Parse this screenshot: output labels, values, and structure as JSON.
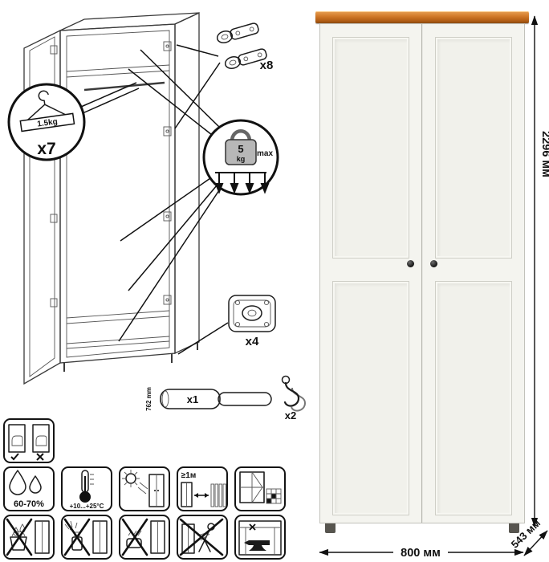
{
  "product": {
    "dimensions": {
      "height": "2296 мм",
      "width": "800 мм",
      "depth": "543 мм"
    }
  },
  "exploded": {
    "hanger": {
      "capacity": "1.5kg",
      "count": "x7"
    },
    "max_load": {
      "value": "5",
      "unit": "kg",
      "label": "max"
    },
    "hinges_count": "x8",
    "feet_count": "x4",
    "rod_count": "x1",
    "rod_length": "762 mm",
    "hooks_count": "x2"
  },
  "care": {
    "humidity": "60-70%",
    "temperature": "+10...+25°C",
    "min_distance": "≥1м"
  },
  "colors": {
    "top_trim": "#cf7726",
    "body": "#f3f3ee",
    "knob": "#1a1a1a",
    "line": "#111111"
  }
}
